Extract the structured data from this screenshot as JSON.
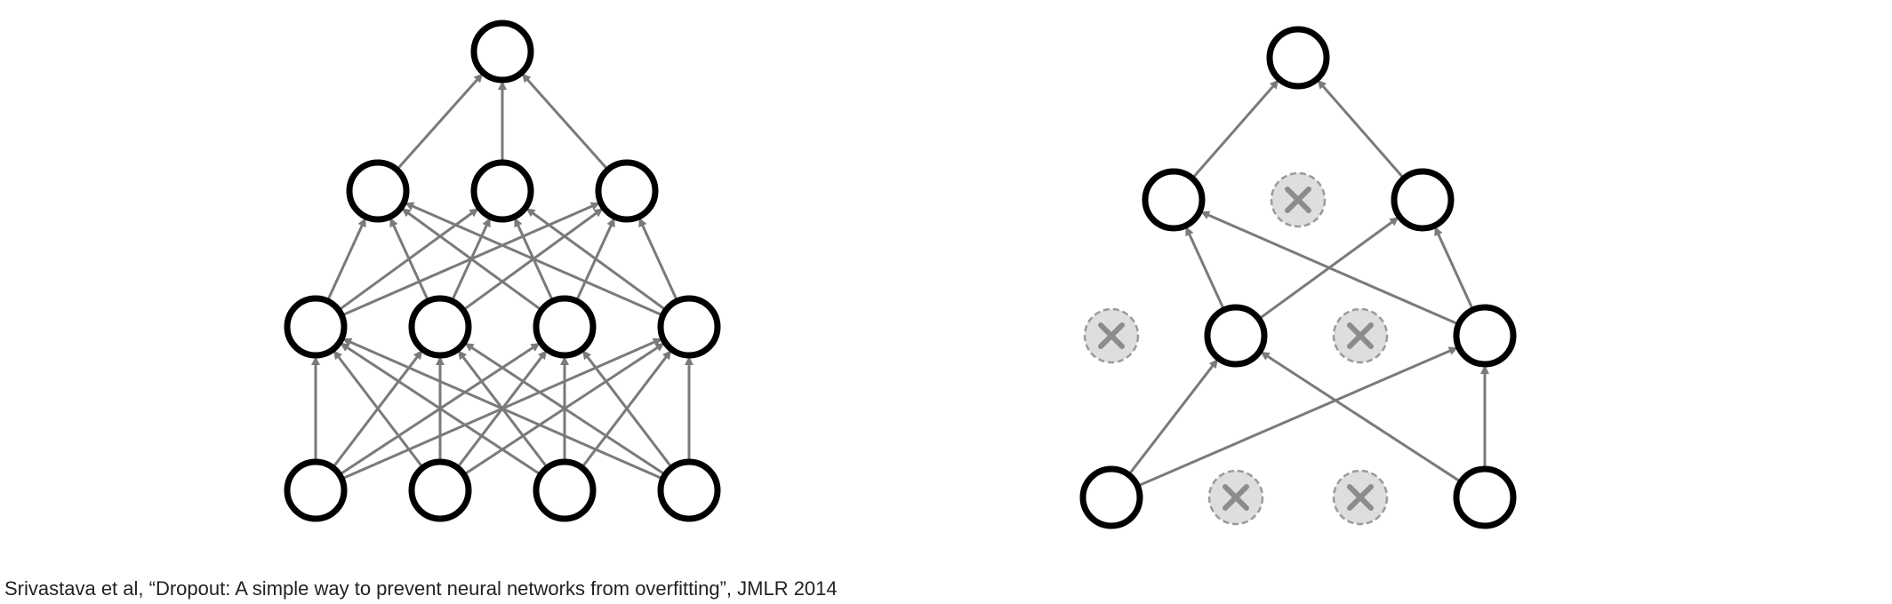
{
  "colors": {
    "edge": "#7a7a7a",
    "node_stroke": "#000000",
    "node_fill": "#ffffff",
    "dropped_fill": "#dedede",
    "dropped_stroke": "#9a9a9a",
    "dropped_cross": "#8c8c8c"
  },
  "networks": [
    {
      "name": "standard-network",
      "layers": [
        {
          "nodes": [
            {
              "dropped": false
            },
            {
              "dropped": false
            },
            {
              "dropped": false
            },
            {
              "dropped": false
            }
          ]
        },
        {
          "nodes": [
            {
              "dropped": false
            },
            {
              "dropped": false
            },
            {
              "dropped": false
            },
            {
              "dropped": false
            }
          ]
        },
        {
          "nodes": [
            {
              "dropped": false
            },
            {
              "dropped": false
            },
            {
              "dropped": false
            }
          ]
        },
        {
          "nodes": [
            {
              "dropped": false
            }
          ]
        }
      ]
    },
    {
      "name": "thinned-network",
      "layers": [
        {
          "nodes": [
            {
              "dropped": false
            },
            {
              "dropped": true
            },
            {
              "dropped": true
            },
            {
              "dropped": false
            }
          ]
        },
        {
          "nodes": [
            {
              "dropped": true
            },
            {
              "dropped": false
            },
            {
              "dropped": true
            },
            {
              "dropped": false
            }
          ]
        },
        {
          "nodes": [
            {
              "dropped": false
            },
            {
              "dropped": true
            },
            {
              "dropped": false
            }
          ]
        },
        {
          "nodes": [
            {
              "dropped": false
            }
          ]
        }
      ]
    }
  ],
  "citation": "Srivastava et al, “Dropout: A simple way to prevent neural networks from overfitting”, JMLR 2014"
}
